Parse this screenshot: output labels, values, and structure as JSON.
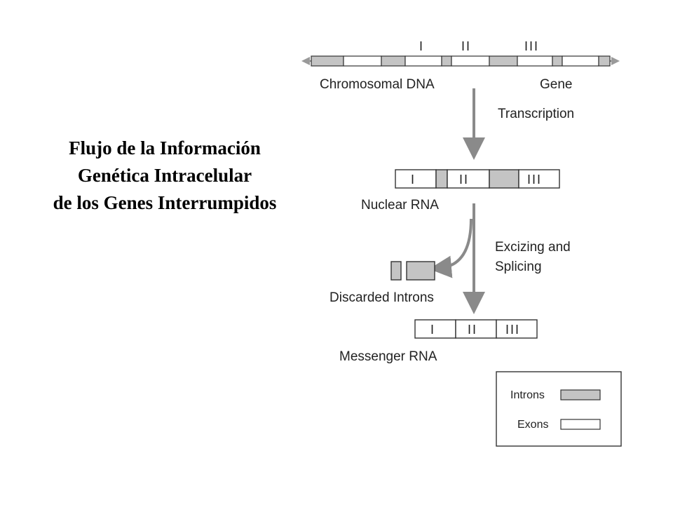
{
  "title": {
    "line1": "Flujo de la Información",
    "line2": "Genética Intracelular",
    "line3": "de los Genes Interrumpidos"
  },
  "diagram": {
    "exon_labels": [
      "I",
      "II",
      "III"
    ],
    "chromosomal_dna_label": "Chromosomal DNA",
    "gene_label": "Gene",
    "transcription_label": "Transcription",
    "nuclear_rna_label": "Nuclear RNA",
    "excizing_label_1": "Excizing and",
    "excizing_label_2": "Splicing",
    "discarded_introns_label": "Discarded Introns",
    "messenger_rna_label": "Messenger RNA"
  },
  "legend": {
    "introns_label": "Introns",
    "exons_label": "Exons"
  },
  "colors": {
    "intron_fill": "#c4c4c4",
    "exon_fill": "#ffffff",
    "stroke": "#333333",
    "arrow": "#8a8a8a"
  }
}
